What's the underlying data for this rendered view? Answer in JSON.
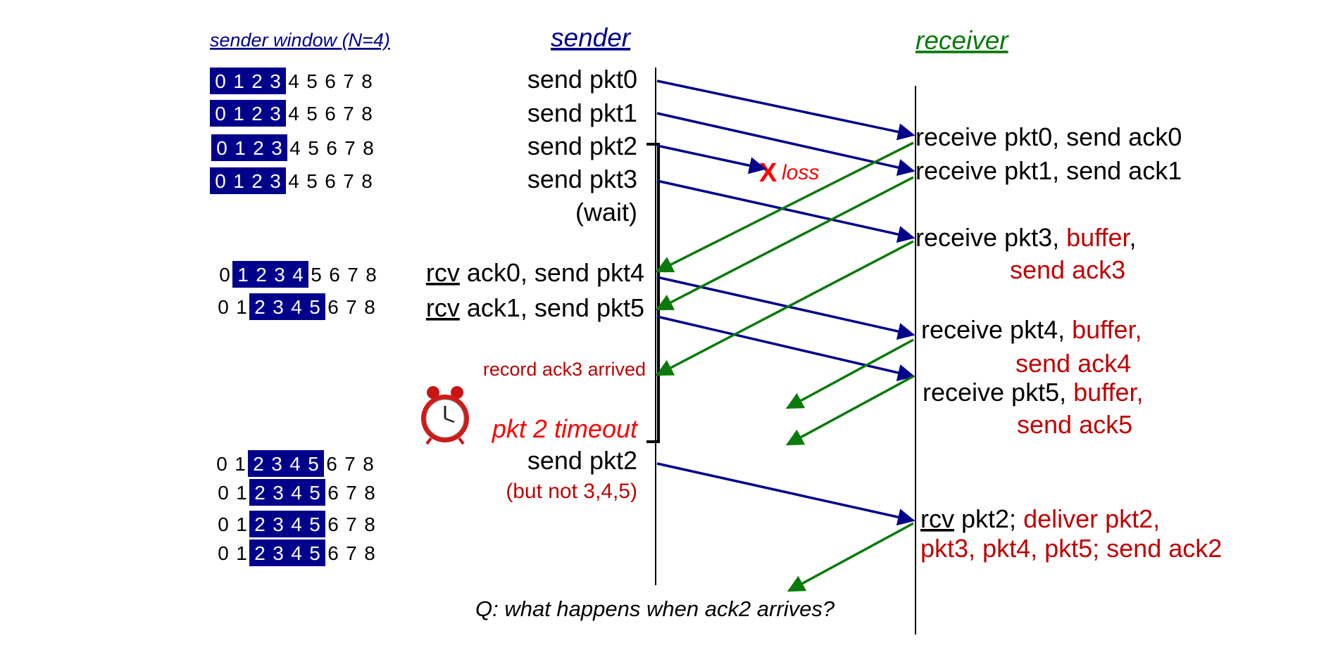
{
  "headers": {
    "sender_window": "sender window (N=4)",
    "sender": "sender",
    "receiver": "receiver"
  },
  "window_rows": [
    {
      "cells": [
        "0",
        "1",
        "2",
        "3",
        "4",
        "5",
        "6",
        "7",
        "8"
      ],
      "window": [
        0,
        3
      ]
    },
    {
      "cells": [
        "0",
        "1",
        "2",
        "3",
        "4",
        "5",
        "6",
        "7",
        "8"
      ],
      "window": [
        0,
        3
      ]
    },
    {
      "cells": [
        "0",
        "1",
        "2",
        "3",
        "4",
        "5",
        "6",
        "7",
        "8"
      ],
      "window": [
        0,
        3
      ]
    },
    {
      "cells": [
        "0",
        "1",
        "2",
        "3",
        "4",
        "5",
        "6",
        "7",
        "8"
      ],
      "window": [
        0,
        3
      ]
    },
    {
      "cells": [
        "0",
        "1",
        "2",
        "3",
        "4",
        "5",
        "6",
        "7",
        "8"
      ],
      "window": [
        1,
        4
      ]
    },
    {
      "cells": [
        "0",
        "1",
        "2",
        "3",
        "4",
        "5",
        "6",
        "7",
        "8"
      ],
      "window": [
        2,
        5
      ]
    },
    {
      "cells": [
        "0",
        "1",
        "2",
        "3",
        "4",
        "5",
        "6",
        "7",
        "8"
      ],
      "window": [
        2,
        5
      ]
    },
    {
      "cells": [
        "0",
        "1",
        "2",
        "3",
        "4",
        "5",
        "6",
        "7",
        "8"
      ],
      "window": [
        2,
        5
      ]
    },
    {
      "cells": [
        "0",
        "1",
        "2",
        "3",
        "4",
        "5",
        "6",
        "7",
        "8"
      ],
      "window": [
        2,
        5
      ]
    },
    {
      "cells": [
        "0",
        "1",
        "2",
        "3",
        "4",
        "5",
        "6",
        "7",
        "8"
      ],
      "window": [
        2,
        5
      ]
    }
  ],
  "sender_events": [
    {
      "parts": [
        {
          "t": "send  pkt0"
        }
      ]
    },
    {
      "parts": [
        {
          "t": "send  pkt1"
        }
      ]
    },
    {
      "parts": [
        {
          "t": "send  pkt2"
        }
      ]
    },
    {
      "parts": [
        {
          "t": "send  pkt3"
        }
      ]
    },
    {
      "parts": [
        {
          "t": "(wait)"
        }
      ]
    },
    {
      "parts": [
        {
          "t": "rcv",
          "squiggle": true
        },
        {
          "t": " ack0, send pkt4"
        }
      ]
    },
    {
      "parts": [
        {
          "t": "rcv",
          "squiggle": true
        },
        {
          "t": " ack1, send pkt5"
        }
      ]
    },
    {
      "parts": [
        {
          "t": "record ack3 arrived",
          "red": true
        }
      ]
    },
    {
      "parts": [
        {
          "t": "pkt 2 timeout",
          "bright": true,
          "italic": true
        }
      ]
    },
    {
      "parts": [
        {
          "t": "send  pkt2"
        }
      ]
    },
    {
      "parts": [
        {
          "t": "(but not 3,4,5)",
          "red": true
        }
      ]
    }
  ],
  "receiver_events": [
    {
      "lines": [
        [
          {
            "t": "receive pkt0, send ack0"
          }
        ]
      ]
    },
    {
      "lines": [
        [
          {
            "t": "receive pkt1, send ack1"
          }
        ]
      ]
    },
    {
      "lines": [
        [
          {
            "t": "receive pkt3, "
          },
          {
            "t": "buffer",
            "red": true
          },
          {
            "t": ","
          }
        ],
        [
          {
            "t": "send ack3",
            "red": true
          }
        ]
      ]
    },
    {
      "lines": [
        [
          {
            "t": "receive pkt4, "
          },
          {
            "t": "buffer,",
            "red": true
          }
        ],
        [
          {
            "t": "send ack4",
            "red": true
          }
        ]
      ]
    },
    {
      "lines": [
        [
          {
            "t": "receive pkt5, "
          },
          {
            "t": "buffer,",
            "red": true
          }
        ],
        [
          {
            "t": "send ack5",
            "red": true
          }
        ]
      ]
    },
    {
      "lines": [
        [
          {
            "t": "rcv",
            "squiggle": true
          },
          {
            "t": " pkt2; "
          },
          {
            "t": "deliver pkt2,",
            "red": true
          }
        ],
        [
          {
            "t": "pkt3, pkt4, pkt5; send ack2",
            "red": true
          }
        ]
      ]
    }
  ],
  "loss_label": {
    "mark": "X",
    "text": "loss"
  },
  "question": "Q: what happens when ack2 arrives?",
  "colors": {
    "packet_arrow": "#00008b",
    "ack_arrow": "#0a7a0a",
    "window_fill": "#00008b",
    "sender_header": "#00008b",
    "receiver_header": "#0a7a0a",
    "annotation_red": "#c00000",
    "bright_red": "#ff0000",
    "text": "#000000"
  },
  "icons": [
    "alarm-clock-icon"
  ]
}
